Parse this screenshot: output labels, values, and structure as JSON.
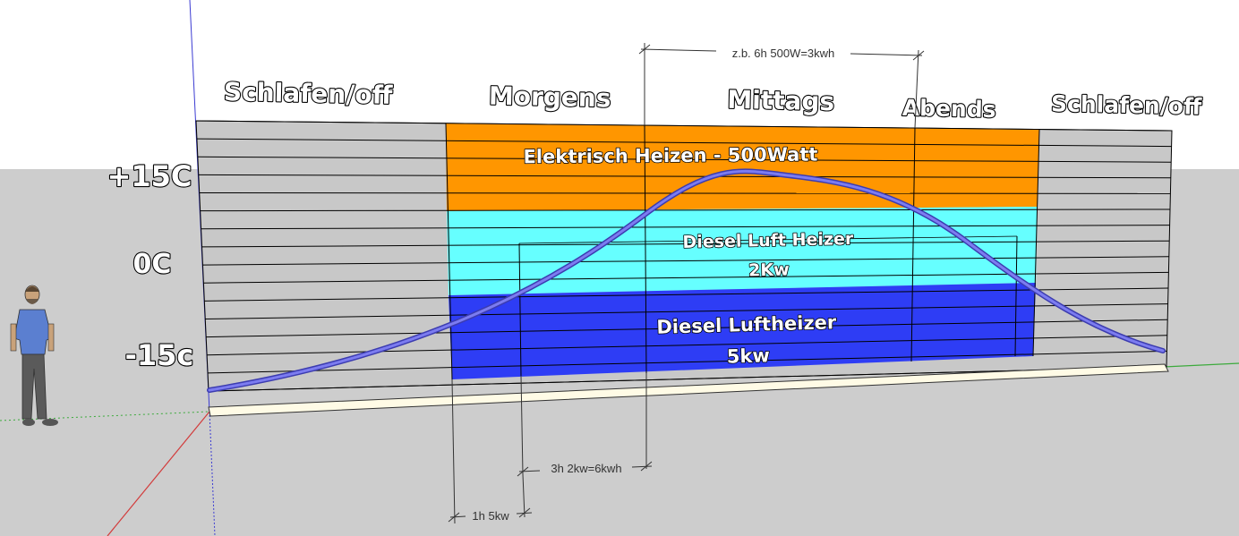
{
  "periods": [
    "Schlafen/off",
    "Morgens",
    "Mittags",
    "Abends",
    "Schlafen/off"
  ],
  "temperatures": [
    "+15C",
    "0C",
    "-15c"
  ],
  "bands": [
    {
      "line1": "Elektrisch Heizen  - 500Watt",
      "line2": "",
      "color": "#ff9600"
    },
    {
      "line1": "Diesel Luft Heizer",
      "line2": "2Kw",
      "color": "#66ffff"
    },
    {
      "line1": "Diesel Luftheizer",
      "line2": "5kw",
      "color": "#2e3df5"
    }
  ],
  "dimensions": {
    "top": "z.b. 6h 500W=3kwh",
    "middle": "3h 2kw=6kwh",
    "bottom": "1h 5kw"
  },
  "colors": {
    "sky": "#ffffff",
    "ground": "#cdcdcd",
    "panel": "#c8c8c8",
    "curve": "#5a5ad8",
    "axis_red": "#d23b3b",
    "axis_green": "#3caa3c",
    "axis_blue": "#3b3bd2"
  }
}
